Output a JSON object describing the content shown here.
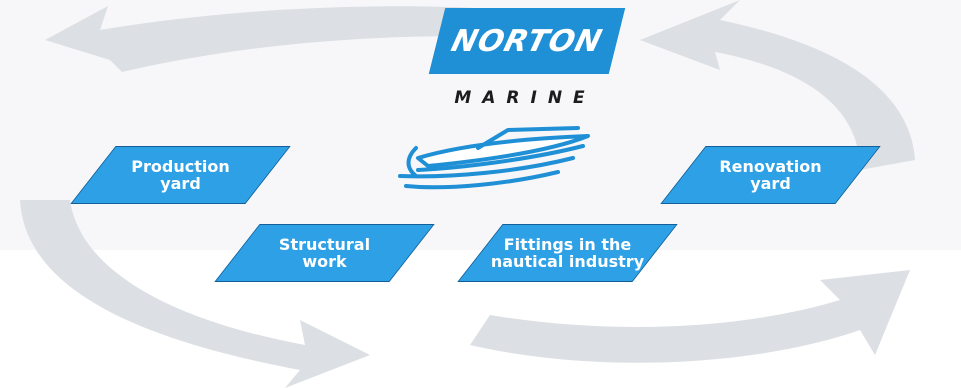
{
  "logo": {
    "brand": "NORTON",
    "sub": "MARINE",
    "brand_color": "#1f8fd6",
    "boat_icon": "speedboat-icon"
  },
  "boxes": [
    {
      "label": "Production\nyard"
    },
    {
      "label": "Structural\nwork"
    },
    {
      "label": "Fittings in the\nnautical industry"
    },
    {
      "label": "Renovation\nyard"
    }
  ],
  "colors": {
    "box_fill": "#2ea1e6",
    "box_border": "#155f99",
    "arrow": "#dcdfe3"
  }
}
